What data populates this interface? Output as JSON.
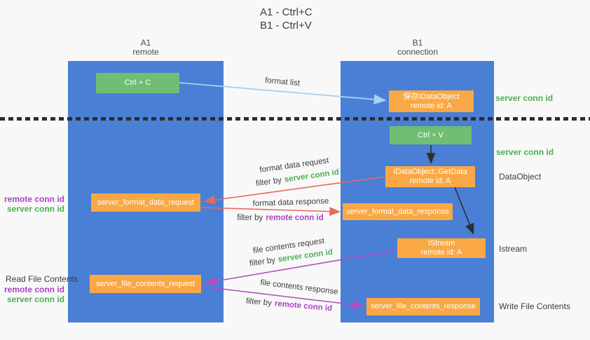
{
  "title": {
    "line1": "A1 - Ctrl+C",
    "line2": "B1 - Ctrl+V"
  },
  "columns": {
    "a": {
      "name": "A1",
      "role": "remote"
    },
    "b": {
      "name": "B1",
      "role": "connection"
    }
  },
  "nodes": {
    "ctrl_c": {
      "label": "Ctrl + C"
    },
    "ctrl_v": {
      "label": "Ctrl + V"
    },
    "save_dataobject": {
      "line1": "保存IDataObject",
      "line2": "remote id: A"
    },
    "getdata": {
      "line1": "IDataObject::GetData",
      "line2": "remote id: A"
    },
    "istream": {
      "line1": "IStream",
      "line2": "remote id: A"
    },
    "server_format_data_request": {
      "label": "server_format_data_request"
    },
    "server_format_data_response": {
      "label": "server_format_data_response"
    },
    "server_file_contents_request": {
      "label": "server_file_contents_request"
    },
    "server_file_contents_response": {
      "label": "server_file_contents_response"
    }
  },
  "edge_labels": {
    "format_list": "format list",
    "format_data_request": "format data request",
    "format_data_response": "format data response",
    "file_contents_request": "file contents request",
    "file_contents_response": "file contents response",
    "filter_by": "filter by"
  },
  "annotations": {
    "server_conn_id": "server conn id",
    "remote_conn_id": "remote conn id",
    "dataobject": "DataObject",
    "istream": "Istream",
    "read_file_contents": "Read File Contents",
    "write_file_contents": "Write File Contents"
  },
  "colors": {
    "column_blue": "#4a7fd6",
    "box_green": "#6fbe74",
    "box_orange": "#f9a845",
    "arrow_light_blue": "#a8d2f0",
    "arrow_red": "#e8685d",
    "arrow_purple": "#b44ec1",
    "arrow_black": "#2f2f2f",
    "text_green": "#4fae53",
    "text_purple": "#ac42c8",
    "text_dark": "#3c3c3c"
  }
}
